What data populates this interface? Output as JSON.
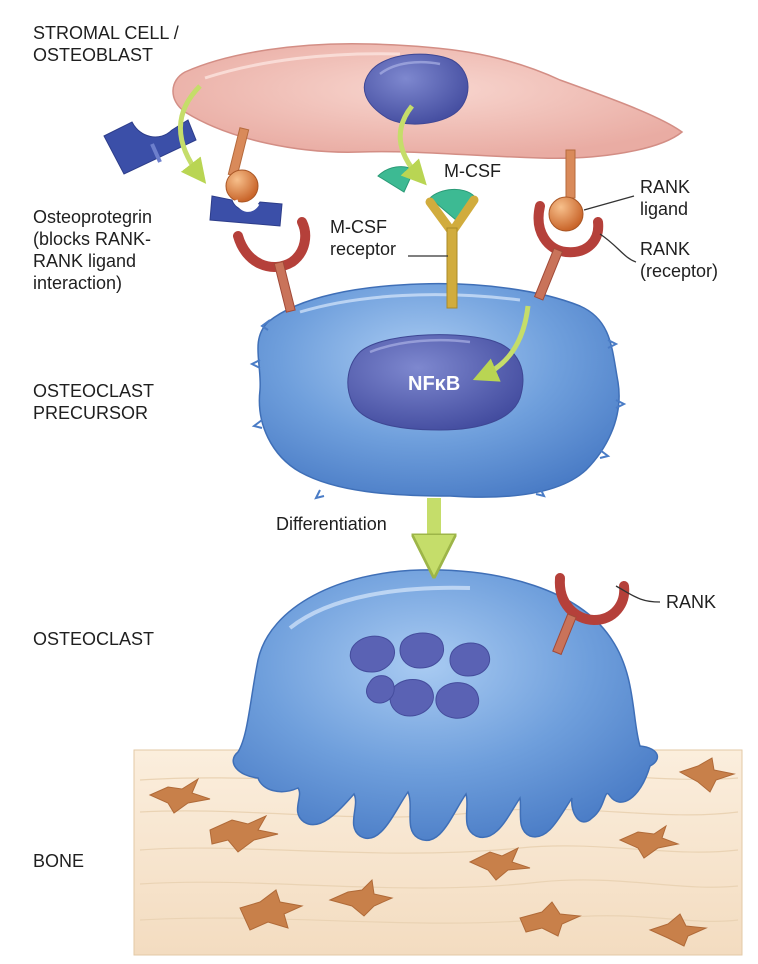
{
  "labels": {
    "stromal_cell": "STROMAL CELL /\nOSTEOBLAST",
    "osteoprotegrin": "Osteoprotegrin\n(blocks RANK-\nRANK ligand\ninteraction)",
    "m_csf": "M-CSF",
    "m_csf_receptor": "M-CSF\nreceptor",
    "rank_ligand": "RANK\nligand",
    "rank_receptor": "RANK\n(receptor)",
    "osteoclast_precursor": "OSTEOCLAST\nPRECURSOR",
    "nfkb": "NFκB",
    "differentiation": "Differentiation",
    "osteoclast": "OSTEOCLAST",
    "rank": "RANK",
    "bone": "BONE"
  },
  "colors": {
    "stromal_cell": "#f2c3bc",
    "stromal_nucleus": "#5560b0",
    "osteoclast_body": "#6f9fdc",
    "osteoclast_nucleus": "#5a62b4",
    "receptor_red": "#b5403a",
    "ligand_orange": "#e0823f",
    "opg_blue": "#3b4fa8",
    "mcsf_teal": "#3dba93",
    "mcsf_receptor_gold": "#d1ac3d",
    "arrow_green": "#c5dd6a",
    "bone": "#f8e6cf",
    "bone_cells": "#c8804a"
  }
}
